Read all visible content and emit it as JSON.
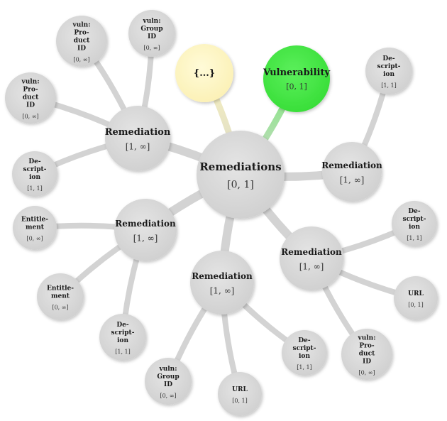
{
  "colors": {
    "node_fill": "#d6d6d6",
    "node_fill_light": "#e6e6e6",
    "edge": "#d3d3d3",
    "yellow": "#fff7c2",
    "yellow_edge": "#eeeab0",
    "green": "#3fe83f",
    "green_edge": "#a8e8a0",
    "text": "#1a1a1a"
  },
  "nodes": {
    "root": {
      "label": [
        "Remediations"
      ],
      "card": "[0, 1]"
    },
    "any": {
      "label": [
        "{...}"
      ],
      "card": ""
    },
    "vuln": {
      "label": [
        "Vulnerability"
      ],
      "card": "[0, 1]"
    },
    "rem_nw": {
      "label": [
        "Remediation"
      ],
      "card": "[1, ∞]"
    },
    "rem_nw_group": {
      "label": [
        "vuln:",
        "Group",
        "ID"
      ],
      "card": "[0, ∞]"
    },
    "rem_nw_prod": {
      "label": [
        "vuln:",
        "Pro-",
        "duct",
        "ID"
      ],
      "card": "[0, ∞]"
    },
    "rem_nw_prod2": {
      "label": [
        "vuln:",
        "Pro-",
        "duct",
        "ID"
      ],
      "card": "[0, ∞]"
    },
    "rem_nw_desc": {
      "label": [
        "De-",
        "script-",
        "ion"
      ],
      "card": "[1, 1]"
    },
    "rem_e": {
      "label": [
        "Remediation"
      ],
      "card": "[1, ∞]"
    },
    "rem_e_desc": {
      "label": [
        "De-",
        "script-",
        "ion"
      ],
      "card": "[1, 1]"
    },
    "rem_w": {
      "label": [
        "Remediation"
      ],
      "card": "[1, ∞]"
    },
    "rem_w_ent1": {
      "label": [
        "Entitle-",
        "ment"
      ],
      "card": "[0, ∞]"
    },
    "rem_w_ent2": {
      "label": [
        "Entitle-",
        "ment"
      ],
      "card": "[0, ∞]"
    },
    "rem_w_desc": {
      "label": [
        "De-",
        "script-",
        "ion"
      ],
      "card": "[1, 1]"
    },
    "rem_s": {
      "label": [
        "Remediation"
      ],
      "card": "[1, ∞]"
    },
    "rem_s_group": {
      "label": [
        "vuln:",
        "Group",
        "ID"
      ],
      "card": "[0, ∞]"
    },
    "rem_s_url": {
      "label": [
        "URL"
      ],
      "card": "[0, 1]"
    },
    "rem_s_desc": {
      "label": [
        "De-",
        "script-",
        "ion"
      ],
      "card": "[1, 1]"
    },
    "rem_se": {
      "label": [
        "Remediation"
      ],
      "card": "[1, ∞]"
    },
    "rem_se_desc": {
      "label": [
        "De-",
        "script-",
        "ion"
      ],
      "card": "[1, 1]"
    },
    "rem_se_url": {
      "label": [
        "URL"
      ],
      "card": "[0, 1]"
    },
    "rem_se_prod": {
      "label": [
        "vuln:",
        "Pro-",
        "duct",
        "ID"
      ],
      "card": "[0, ∞]"
    }
  }
}
